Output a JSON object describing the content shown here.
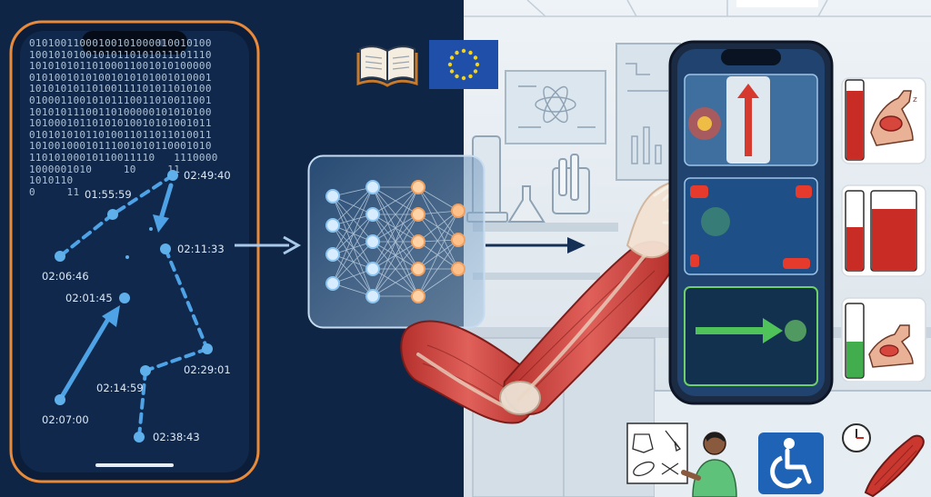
{
  "binary_lines": [
    "01010011000100101000010010100",
    "10010101001010110101011101110",
    "10101010110100011001010100000",
    "01010010101001010101001010001",
    "10101010110100111101011010100",
    "01000110010101110011010011001",
    "10101011100110100000101010100",
    "10100010110101010010101001011",
    "01010101011010011011011010011",
    "10100100010111001010110001010",
    "11010100010110011110   1110000",
    "1000001010     10     11",
    "1010110",
    "0     11"
  ],
  "timestamps": [
    {
      "id": "t1",
      "label": "02:49:40"
    },
    {
      "id": "t2",
      "label": "01:55:59"
    },
    {
      "id": "t3",
      "label": "02:11:33"
    },
    {
      "id": "t4",
      "label": "02:06:46"
    },
    {
      "id": "t5",
      "label": "02:01:45"
    },
    {
      "id": "t6",
      "label": "02:29:01"
    },
    {
      "id": "t7",
      "label": "02:14:59"
    },
    {
      "id": "t8",
      "label": "02:07:00"
    },
    {
      "id": "t9",
      "label": "02:38:43"
    }
  ],
  "colors": {
    "dark_bg": "#0e2545",
    "phone_frame": "#e88a3a",
    "accent_blue": "#5fb0ea",
    "muscle_red": "#c73b36",
    "good_green": "#3fb653",
    "eu_blue": "#1f4fa8",
    "eu_star": "#f4d21c"
  },
  "icons": [
    "book-icon",
    "eu-flag-icon",
    "neural-network-icon",
    "arrow-right-icon",
    "wheelchair-icon",
    "clock-icon",
    "muscle-icon",
    "arm-flex-icon",
    "atom-icon",
    "flask-icon",
    "microscope-icon"
  ]
}
